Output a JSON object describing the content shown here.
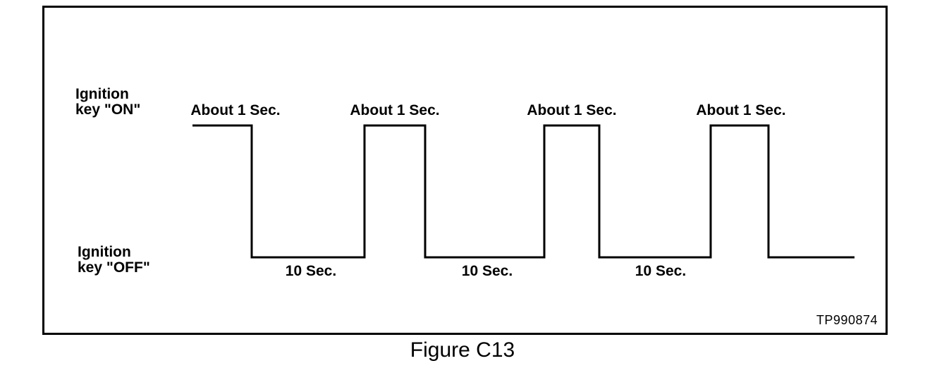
{
  "figure": {
    "caption": "Figure C13",
    "reference_code": "TP990874"
  },
  "labels": {
    "ignition_on_line1": "Ignition",
    "ignition_on_line2": "key \"ON\"",
    "ignition_off_line1": "Ignition",
    "ignition_off_line2": "key \"OFF\"",
    "on_duration": "About 1 Sec.",
    "off_duration": "10 Sec."
  },
  "waveform": {
    "type": "timing-diagram",
    "signal_name": "Ignition key",
    "high_state_label": "Ignition key \"ON\"",
    "low_state_label": "Ignition key \"OFF\"",
    "sequence": [
      {
        "state": "ON",
        "duration": "About 1 Sec."
      },
      {
        "state": "OFF",
        "duration": "10 Sec."
      },
      {
        "state": "ON",
        "duration": "About 1 Sec."
      },
      {
        "state": "OFF",
        "duration": "10 Sec."
      },
      {
        "state": "ON",
        "duration": "About 1 Sec."
      },
      {
        "state": "OFF",
        "duration": "10 Sec."
      },
      {
        "state": "ON",
        "duration": "About 1 Sec."
      }
    ],
    "on_pulse_count": 4,
    "off_interval_count": 3
  },
  "colors": {
    "ink": "#000000",
    "background": "#ffffff"
  }
}
